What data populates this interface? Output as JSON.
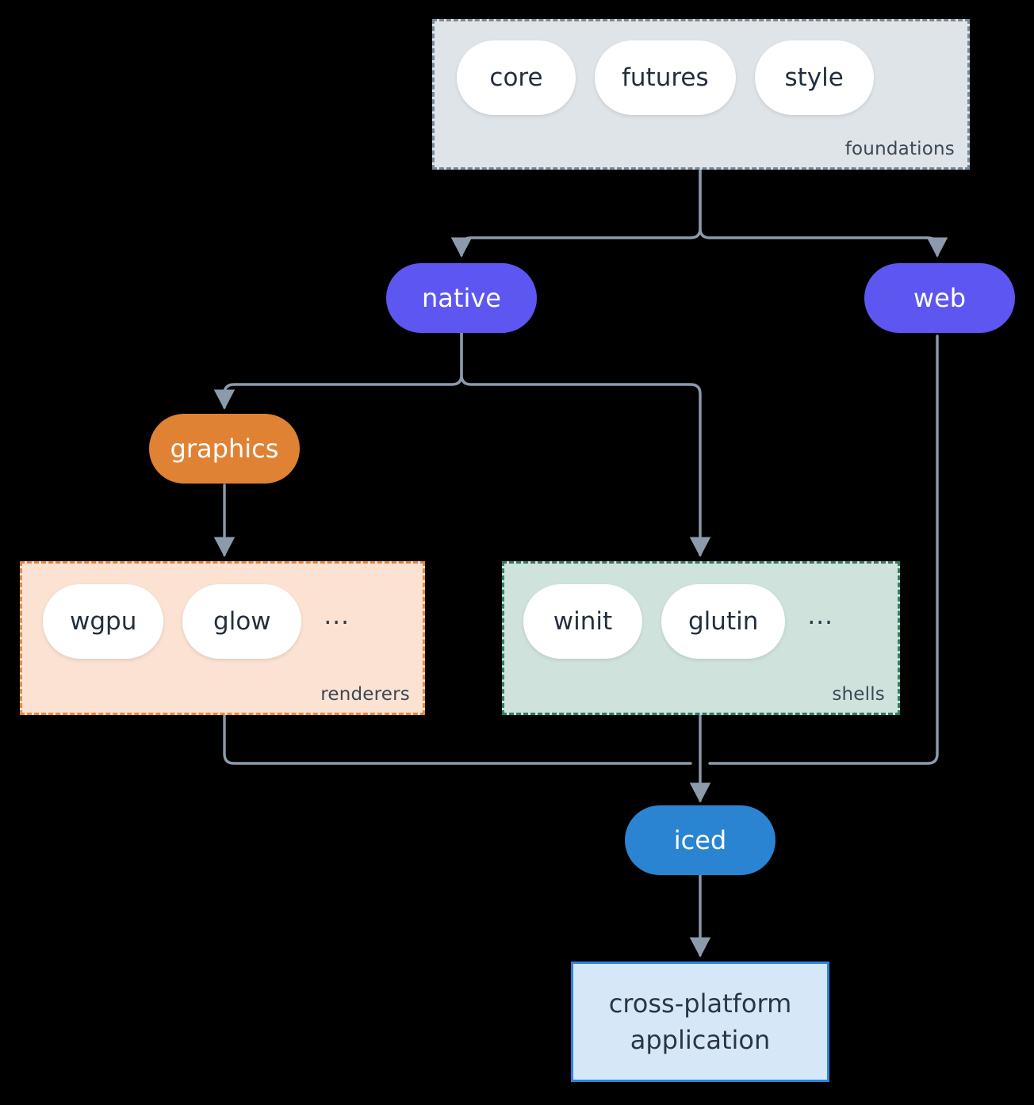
{
  "diagram": {
    "background": "#000000",
    "edge_color": "#8c9bab",
    "groups": [
      {
        "id": "foundations",
        "label": "foundations",
        "fill": "#dfe4e8",
        "border": "#7a8a99",
        "items": [
          "core",
          "futures",
          "style"
        ],
        "has_ellipsis": false
      },
      {
        "id": "renderers",
        "label": "renderers",
        "fill": "#fbe2d2",
        "border": "#e8883c",
        "items": [
          "wgpu",
          "glow"
        ],
        "has_ellipsis": true,
        "ellipsis": "..."
      },
      {
        "id": "shells",
        "label": "shells",
        "fill": "#cfe3dc",
        "border": "#2f7d64",
        "items": [
          "winit",
          "glutin"
        ],
        "has_ellipsis": true,
        "ellipsis": "..."
      }
    ],
    "nodes": [
      {
        "id": "native",
        "label": "native",
        "fill": "#5e56f0",
        "text": "#ffffff"
      },
      {
        "id": "web",
        "label": "web",
        "fill": "#5e56f0",
        "text": "#ffffff"
      },
      {
        "id": "graphics",
        "label": "graphics",
        "fill": "#e08234",
        "text": "#ffffff"
      },
      {
        "id": "iced",
        "label": "iced",
        "fill": "#2a84d2",
        "text": "#ffffff"
      }
    ],
    "terminal": {
      "id": "cross-platform-application",
      "line1": "cross-platform",
      "line2": "application",
      "fill": "#d6e8f8",
      "border": "#2b85e0",
      "text": "#2b3643"
    },
    "edges": [
      {
        "from": "foundations",
        "to": "native"
      },
      {
        "from": "foundations",
        "to": "web"
      },
      {
        "from": "native",
        "to": "graphics"
      },
      {
        "from": "native",
        "to": "shells"
      },
      {
        "from": "graphics",
        "to": "renderers"
      },
      {
        "from": "renderers",
        "to": "iced"
      },
      {
        "from": "shells",
        "to": "iced"
      },
      {
        "from": "web",
        "to": "iced"
      },
      {
        "from": "iced",
        "to": "cross-platform-application"
      }
    ]
  }
}
